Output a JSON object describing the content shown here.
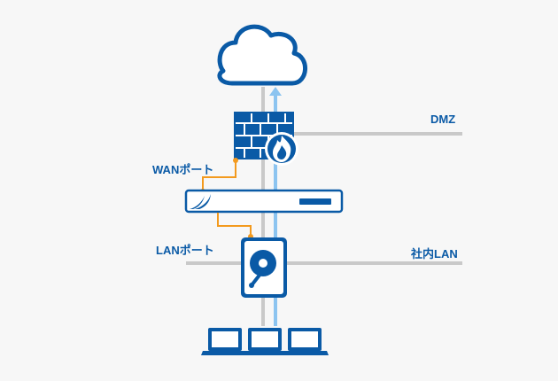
{
  "colors": {
    "background": "#f7f7f7",
    "primary_blue": "#0a5aa6",
    "light_blue": "#8cc4f0",
    "gray_line": "#c9c9c9",
    "port_orange": "#f39a1e"
  },
  "labels": {
    "dmz": "DMZ",
    "wan_port": "WANポート",
    "lan_port": "LANポート",
    "internal_lan": "社内LAN"
  },
  "icons": {
    "cloud": "cloud-icon",
    "firewall": "firewall-icon",
    "appliance": "network-appliance-icon",
    "storage": "hard-disk-icon",
    "laptops": "laptop-icon"
  }
}
